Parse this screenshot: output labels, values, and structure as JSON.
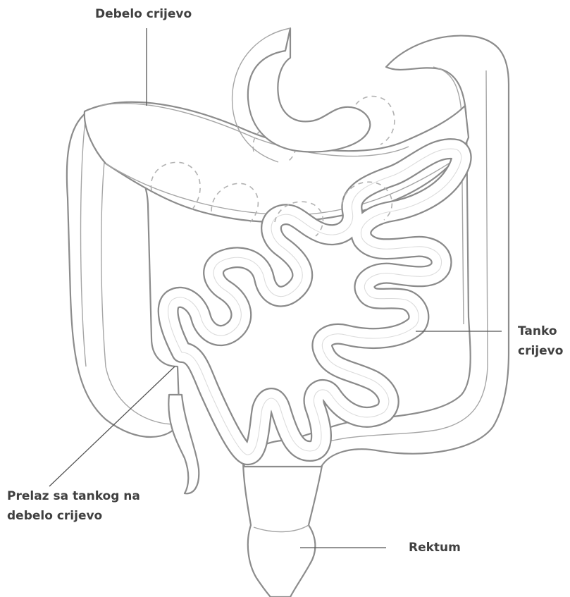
{
  "labels": {
    "large_intestine": "Debelo crijevo",
    "small_intestine_line1": "Tanko",
    "small_intestine_line2": "crijevo",
    "junction_line1": "Prelaz sa tankog na",
    "junction_line2": "debelo crijevo",
    "rectum": "Rektum"
  },
  "colors": {
    "outline": "#8c8c8c",
    "text": "#404040",
    "background": "#ffffff"
  }
}
